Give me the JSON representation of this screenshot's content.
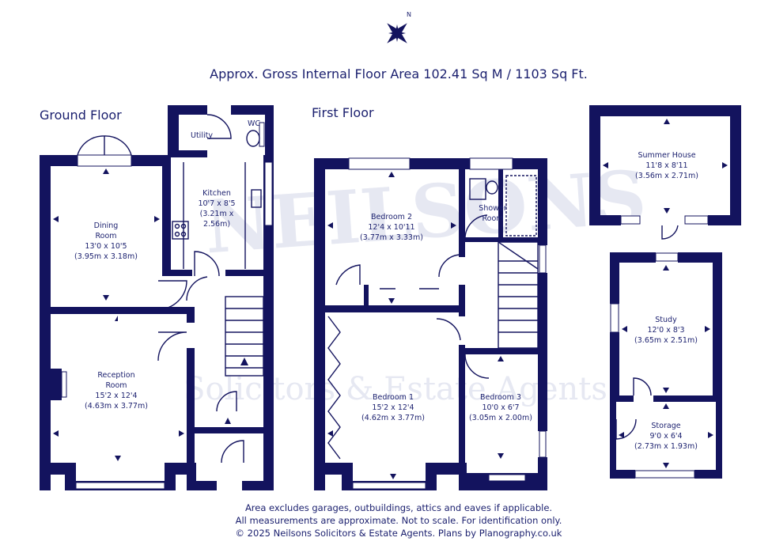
{
  "header": {
    "area_text": "Approx. Gross Internal Floor Area 102.41 Sq M / 1103 Sq Ft.",
    "compass_letter": "N"
  },
  "floors": {
    "ground": "Ground Floor",
    "first": "First Floor"
  },
  "rooms": {
    "utility": {
      "name": "Utility"
    },
    "wc": {
      "name": "WC"
    },
    "kitchen": {
      "name": "Kitchen",
      "dim1": "10'7 x 8'5",
      "dim2": "(3.21m x",
      "dim3": "2.56m)"
    },
    "dining": {
      "name1": "Dining",
      "name2": "Room",
      "dim1": "13'0 x 10'5",
      "dim2": "(3.95m x 3.18m)"
    },
    "reception": {
      "name1": "Reception",
      "name2": "Room",
      "dim1": "15'2 x 12'4",
      "dim2": "(4.63m x 3.77m)"
    },
    "bedroom2": {
      "name": "Bedroom 2",
      "dim1": "12'4 x 10'11",
      "dim2": "(3.77m x 3.33m)"
    },
    "shower": {
      "name1": "Shower",
      "name2": "Room"
    },
    "bedroom1": {
      "name": "Bedroom 1",
      "dim1": "15'2 x 12'4",
      "dim2": "(4.62m x 3.77m)"
    },
    "bedroom3": {
      "name": "Bedroom 3",
      "dim1": "10'0 x 6'7",
      "dim2": "(3.05m x 2.00m)"
    },
    "summer": {
      "name": "Summer House",
      "dim1": "11'8 x 8'11",
      "dim2": "(3.56m x 2.71m)"
    },
    "study": {
      "name": "Study",
      "dim1": "12'0 x 8'3",
      "dim2": "(3.65m x 2.51m)"
    },
    "storage": {
      "name": "Storage",
      "dim1": "9'0 x 6'4",
      "dim2": "(2.73m x 1.93m)"
    }
  },
  "watermark": {
    "line1": "NEILSONS",
    "line2": "Solicitors & Estate Agents"
  },
  "footer": {
    "line1": "Area excludes garages, outbuildings, attics and eaves if applicable.",
    "line2": "All measurements are approximate. Not to scale. For identification only.",
    "line3": "© 2025 Neilsons Solicitors & Estate Agents. Plans by Planography.co.uk"
  },
  "colors": {
    "wall": "#13135e",
    "text": "#1a1f6e",
    "watermark": "#e6e8f2"
  }
}
